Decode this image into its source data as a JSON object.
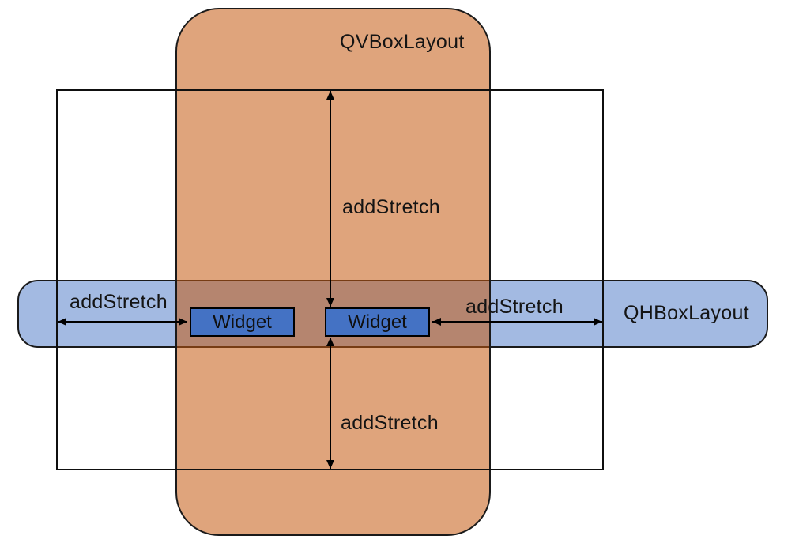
{
  "layout": {
    "vbox": {
      "label": "QVBoxLayout",
      "fill": "#C55A118C"
    },
    "hbox": {
      "label": "QHBoxLayout",
      "fill": "#4472C47D"
    },
    "client_rect": {
      "border_color": "#0F0F0F"
    },
    "widgets": [
      {
        "label": "Widget",
        "fill": "#4472C4"
      },
      {
        "label": "Widget",
        "fill": "#4472C4"
      }
    ],
    "stretch_labels": {
      "top": "addStretch",
      "bottom": "addStretch",
      "left": "addStretch",
      "right": "addStretch"
    },
    "colors": {
      "arrow": "#000000",
      "text": "#141414",
      "band_border": "#1A1A1A"
    }
  }
}
